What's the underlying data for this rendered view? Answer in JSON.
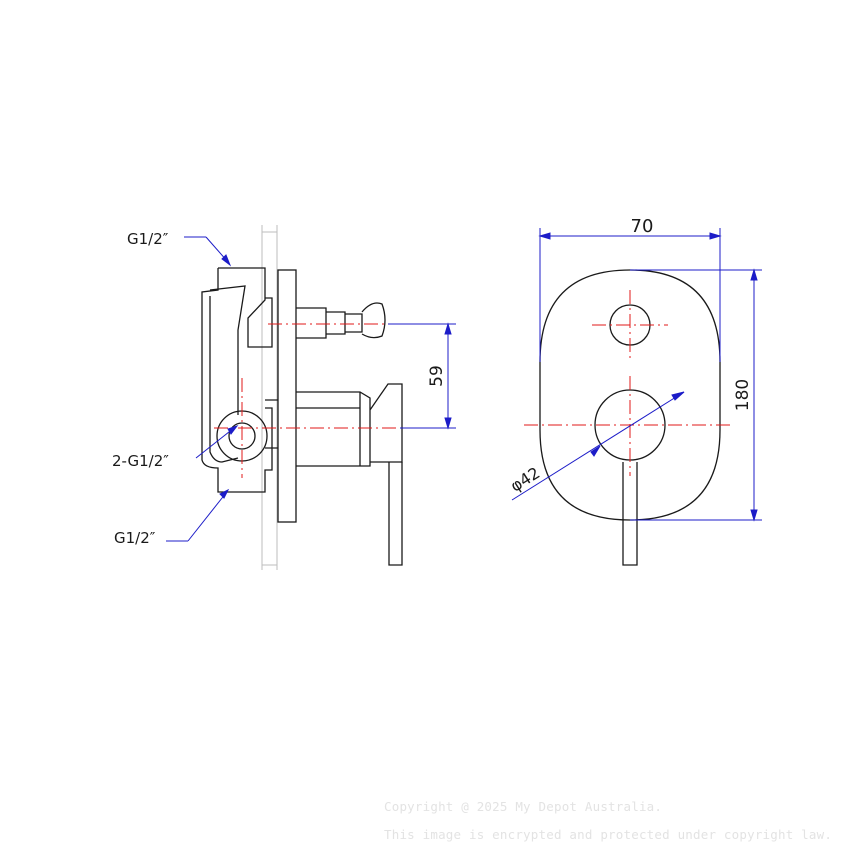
{
  "side_view": {
    "labels": {
      "top_inlet": "G1/2″",
      "outlets": "2-G1/2″",
      "bottom_inlet": "G1/2″"
    },
    "dimension_height": "59"
  },
  "front_view": {
    "dimension_width": "70",
    "dimension_height": "180",
    "dimension_diameter": "φ42"
  },
  "watermark": {
    "line1": "Copyright @ 2025 My Depot Australia.",
    "line2": "This image is encrypted and protected under copyright law."
  },
  "colors": {
    "outline": "#1a1a1a",
    "dimension": "#1c1cc8",
    "centerline": "#e01818",
    "wall_hatch": "#bdbdbd",
    "watermark": "#e3e3e3"
  }
}
